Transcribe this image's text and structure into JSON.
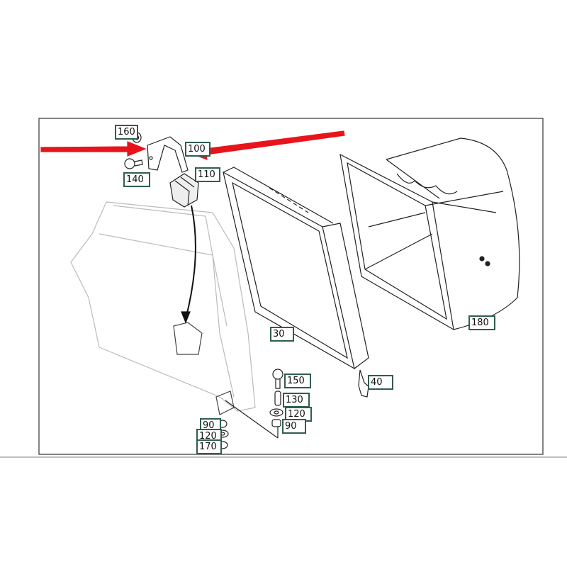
{
  "diagram": {
    "labels": {
      "p160": "160",
      "p100": "100",
      "p140": "140",
      "p110": "110",
      "p30": "30",
      "p180": "180",
      "p150": "150",
      "p40": "40",
      "p130": "130",
      "p120_right": "120",
      "p90_right": "90",
      "p90_left": "90",
      "p120_left": "120",
      "p170_left": "170"
    },
    "colors": {
      "arrow": "#e8141b",
      "label_border": "#2e5e4e",
      "line": "#222222"
    }
  }
}
